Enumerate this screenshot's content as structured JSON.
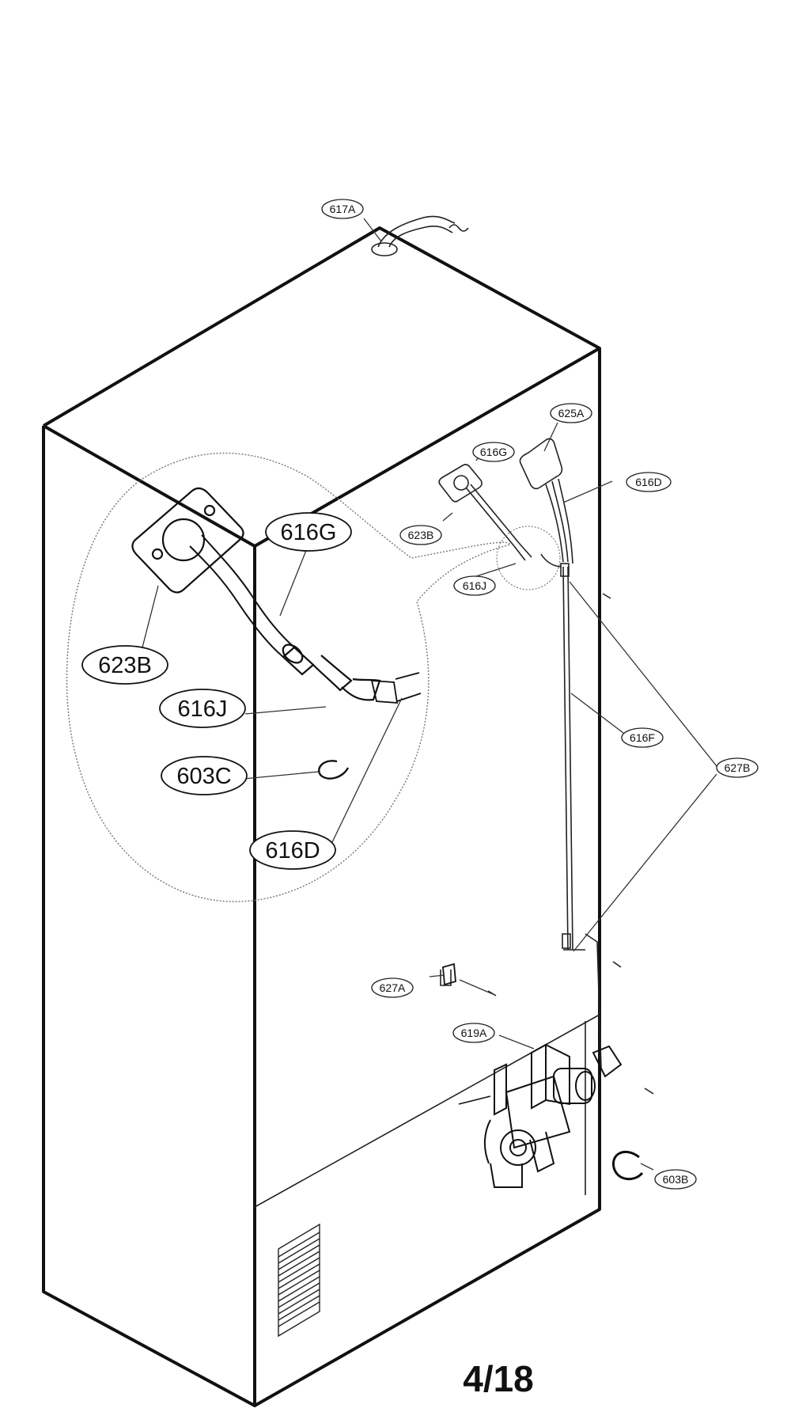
{
  "page": {
    "number": "4/18"
  },
  "callouts": {
    "c617A": "617A",
    "c625A": "625A",
    "c616G": "616G",
    "c616D": "616D",
    "c623B": "623B",
    "c616J": "616J",
    "c616F": "616F",
    "c627B": "627B",
    "c627A": "627A",
    "c619A": "619A",
    "c603B": "603B"
  },
  "detail_callouts": {
    "d616G": "616G",
    "d623B": "623B",
    "d616J": "616J",
    "d603C": "603C",
    "d616D": "616D"
  }
}
